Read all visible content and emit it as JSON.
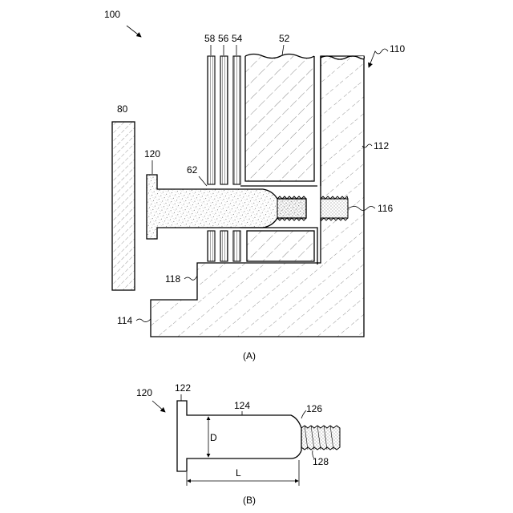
{
  "figure_a": {
    "caption": "(A)",
    "labels": {
      "assembly": "100",
      "side_wall": "110",
      "plate_80": "80",
      "fastener": "120",
      "layer_58": "58",
      "layer_56": "56",
      "layer_54": "54",
      "block_52": "52",
      "wall_112": "112",
      "hole_116": "116",
      "gap_62": "62",
      "step_118": "118",
      "base_114": "114"
    }
  },
  "figure_b": {
    "caption": "(B)",
    "labels": {
      "fastener": "120",
      "head": "122",
      "shank": "124",
      "taper": "126",
      "thread": "128",
      "diameter": "D",
      "length": "L"
    }
  }
}
